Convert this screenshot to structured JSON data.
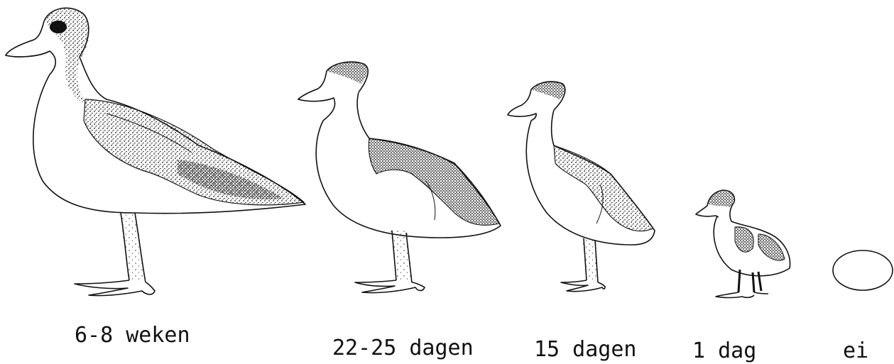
{
  "figure": {
    "stages": [
      {
        "id": "adult",
        "label": "6-8 weken"
      },
      {
        "id": "juvenile-late",
        "label": "22-25 dagen"
      },
      {
        "id": "juvenile-mid",
        "label": "15 dagen"
      },
      {
        "id": "duckling",
        "label": "1 dag"
      },
      {
        "id": "egg",
        "label": "ei"
      }
    ],
    "colors": {
      "ink": "#111111",
      "stipple": "#1a1a1a",
      "paper": "#ffffff"
    },
    "style": "pen-and-ink stippled drawing"
  }
}
